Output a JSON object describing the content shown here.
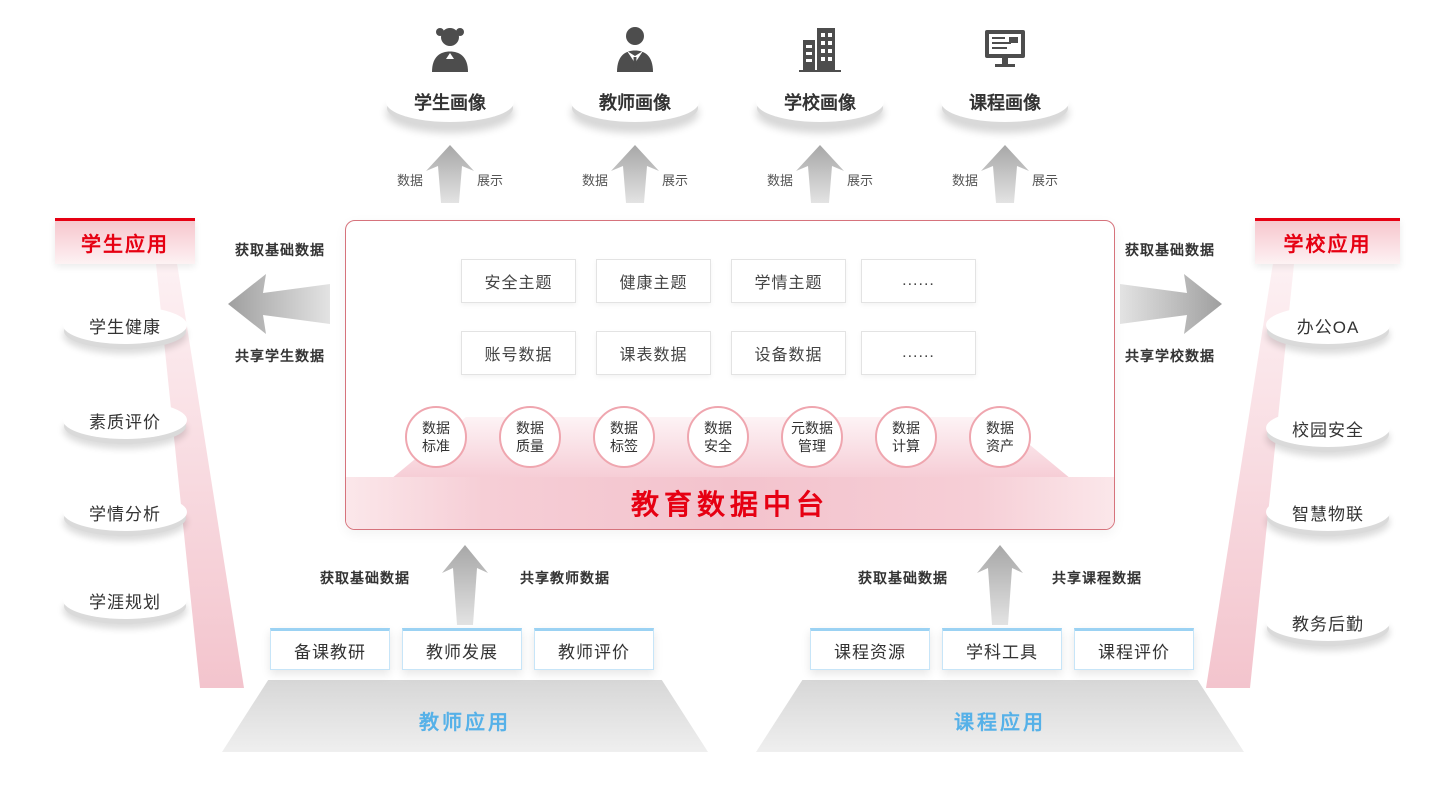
{
  "colors": {
    "accent_red": "#e60012",
    "band_pink": "#f3c3cd",
    "app_blue": "#56b1e8"
  },
  "portraits": [
    {
      "label": "学生画像",
      "icon": "student-icon",
      "left": "数据",
      "right": "展示"
    },
    {
      "label": "教师画像",
      "icon": "teacher-icon",
      "left": "数据",
      "right": "展示"
    },
    {
      "label": "学校画像",
      "icon": "school-icon",
      "left": "数据",
      "right": "展示"
    },
    {
      "label": "课程画像",
      "icon": "course-icon",
      "left": "数据",
      "right": "展示"
    }
  ],
  "center": {
    "title": "教育数据中台",
    "theme_row": [
      "安全主题",
      "健康主题",
      "学情主题",
      "......"
    ],
    "data_row": [
      "账号数据",
      "课表数据",
      "设备数据",
      "......"
    ],
    "circles": [
      {
        "line1": "数据",
        "line2": "标准"
      },
      {
        "line1": "数据",
        "line2": "质量"
      },
      {
        "line1": "数据",
        "line2": "标签"
      },
      {
        "line1": "数据",
        "line2": "安全"
      },
      {
        "line1": "元数据",
        "line2": "管理"
      },
      {
        "line1": "数据",
        "line2": "计算"
      },
      {
        "line1": "数据",
        "line2": "资产"
      }
    ]
  },
  "left_panel": {
    "title": "学生应用",
    "items": [
      "学生健康",
      "素质评价",
      "学情分析",
      "学涯规划"
    ]
  },
  "right_panel": {
    "title": "学校应用",
    "items": [
      "办公OA",
      "校园安全",
      "智慧物联",
      "教务后勤"
    ]
  },
  "left_arrow": {
    "top": "获取基础数据",
    "bottom": "共享学生数据"
  },
  "right_arrow": {
    "top": "获取基础数据",
    "bottom": "共享学校数据"
  },
  "teacher_group": {
    "title": "教师应用",
    "items": [
      "备课教研",
      "教师发展",
      "教师评价"
    ],
    "arrow_left": "获取基础数据",
    "arrow_right": "共享教师数据"
  },
  "course_group": {
    "title": "课程应用",
    "items": [
      "课程资源",
      "学科工具",
      "课程评价"
    ],
    "arrow_left": "获取基础数据",
    "arrow_right": "共享课程数据"
  }
}
